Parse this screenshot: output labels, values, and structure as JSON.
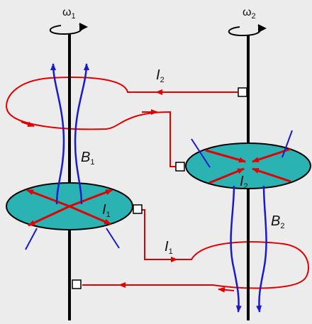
{
  "labels": {
    "omega1": "ω",
    "omega1_sub": "1",
    "omega2": "ω",
    "omega2_sub": "2",
    "I2_top": "I",
    "I2_top_sub": "2",
    "B1": "B",
    "B1_sub": "1",
    "I1_disk": "I",
    "I1_disk_sub": "1",
    "I2_disk": "I",
    "I2_disk_sub": "2",
    "I1_bottom": "I",
    "I1_bottom_sub": "1",
    "B2": "B",
    "B2_sub": "2"
  },
  "colors": {
    "background": "#ececec",
    "shaft": "#000000",
    "current": "#e00000",
    "field": "#1a1acc",
    "disk": "#2bb3b3",
    "disk_outline": "#000000",
    "contact": "#ffffff"
  },
  "icons": {
    "rotation1": "rotation-arrow-icon",
    "rotation2": "rotation-arrow-icon"
  }
}
